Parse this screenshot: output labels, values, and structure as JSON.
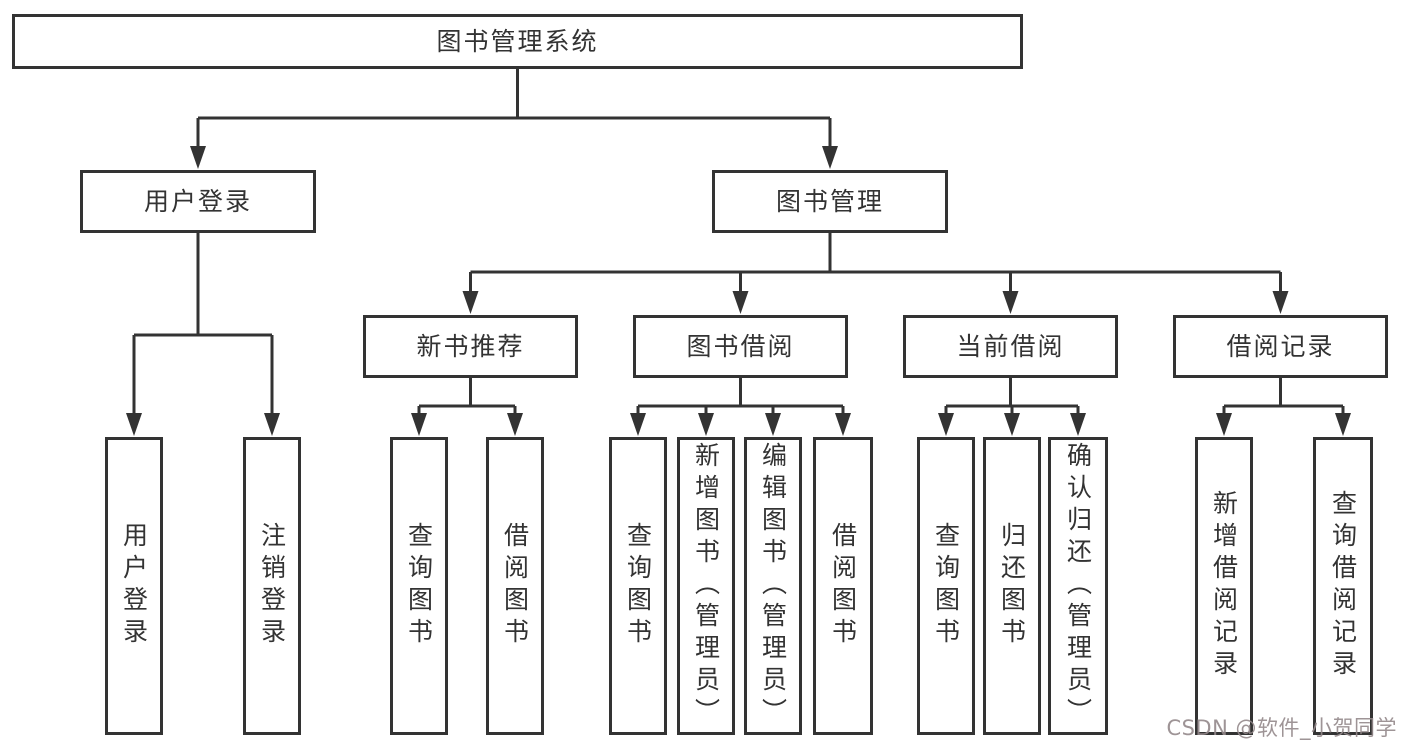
{
  "diagram": {
    "title": "图书管理系统",
    "watermark": "CSDN @软件_小贺同学",
    "colors": {
      "line": "#333333",
      "box_border": "#333333",
      "text": "#333333",
      "watermark": "#94898b",
      "background": "#ffffff"
    },
    "tree": {
      "id": "root",
      "label": "图书管理系统",
      "children": [
        {
          "id": "userLogin",
          "label": "用户登录",
          "children": [
            {
              "id": "lUserLogin",
              "label": "用户登录"
            },
            {
              "id": "lLogout",
              "label": "注销登录"
            }
          ]
        },
        {
          "id": "bookMgmt",
          "label": "图书管理",
          "children": [
            {
              "id": "newBook",
              "label": "新书推荐",
              "children": [
                {
                  "id": "lQueryBook1",
                  "label": "查询图书"
                },
                {
                  "id": "lBorrowBook1",
                  "label": "借阅图书"
                }
              ]
            },
            {
              "id": "bookBorrow",
              "label": "图书借阅",
              "children": [
                {
                  "id": "lQueryBook2",
                  "label": "查询图书"
                },
                {
                  "id": "lAddBook",
                  "label": "新增图书（管理员）"
                },
                {
                  "id": "lEditBook",
                  "label": "编辑图书（管理员）"
                },
                {
                  "id": "lBorrowBook2",
                  "label": "借阅图书"
                }
              ]
            },
            {
              "id": "currentBorrow",
              "label": "当前借阅",
              "children": [
                {
                  "id": "lQueryBook3",
                  "label": "查询图书"
                },
                {
                  "id": "lReturnBook",
                  "label": "归还图书"
                },
                {
                  "id": "lConfirmReturn",
                  "label": "确认归还（管理员）"
                }
              ]
            },
            {
              "id": "borrowRecord",
              "label": "借阅记录",
              "children": [
                {
                  "id": "lAddRecord",
                  "label": "新增借阅记录"
                },
                {
                  "id": "lQueryRecord",
                  "label": "查询借阅记录"
                }
              ]
            }
          ]
        }
      ]
    }
  }
}
